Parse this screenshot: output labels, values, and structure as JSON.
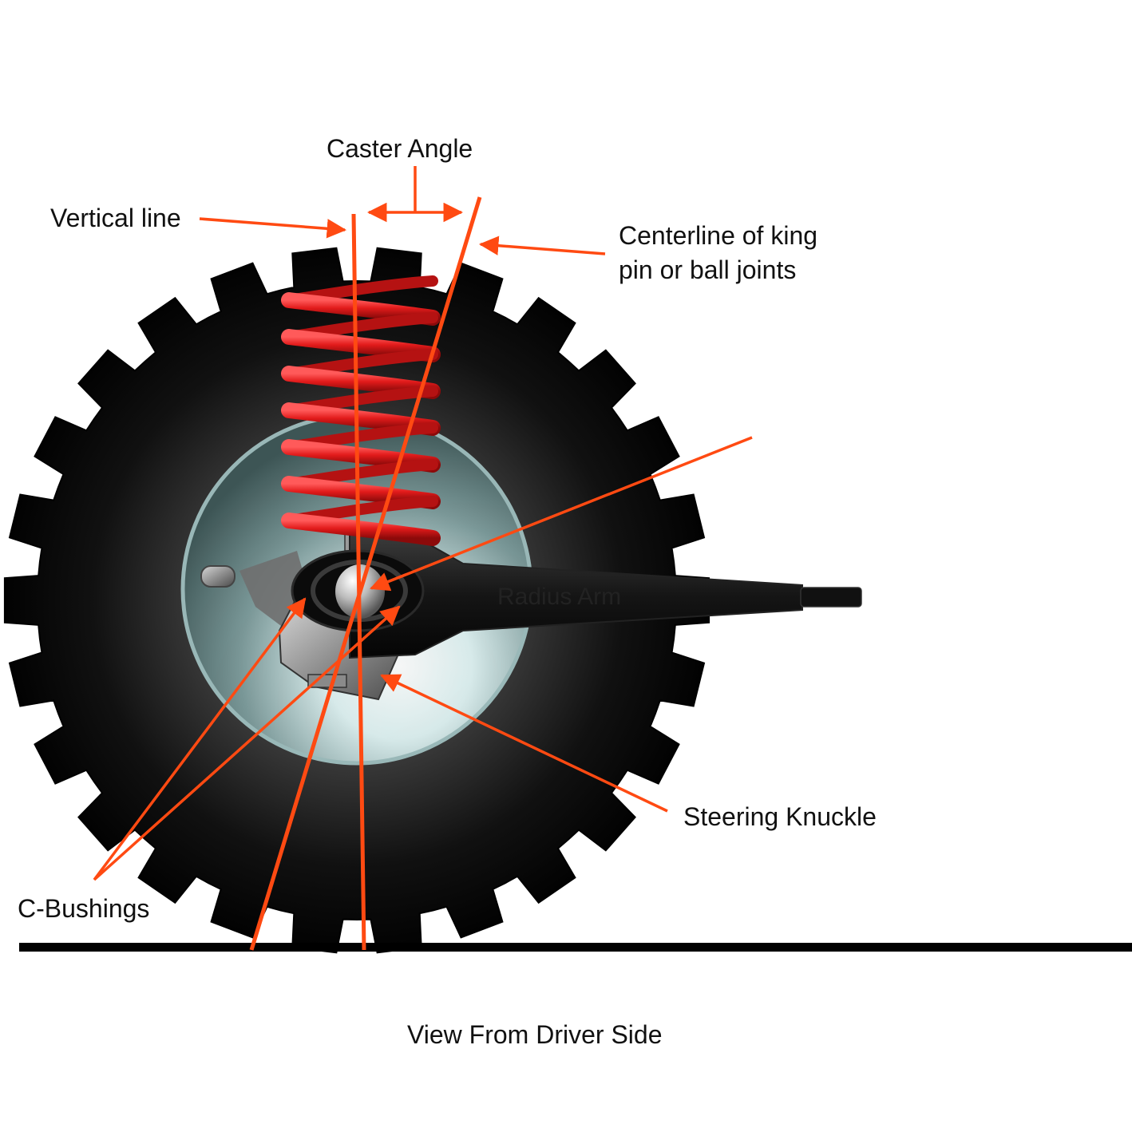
{
  "labels": {
    "caster_angle": "Caster Angle",
    "vertical_line": "Vertical line",
    "centerline_line1": "Centerline of king",
    "centerline_line2": "pin or ball joints",
    "radius_arm": "Radius Arm",
    "steering_knuckle": "Steering Knuckle",
    "c_bushings": "C-Bushings",
    "caption": "View From Driver Side"
  },
  "colors": {
    "annotation": "#ff4a12",
    "spring": "#e21b1b",
    "tire": "#050505",
    "ground": "#000000"
  },
  "icons": {
    "tire": "tire-icon",
    "coil_spring": "coil-spring-icon"
  }
}
